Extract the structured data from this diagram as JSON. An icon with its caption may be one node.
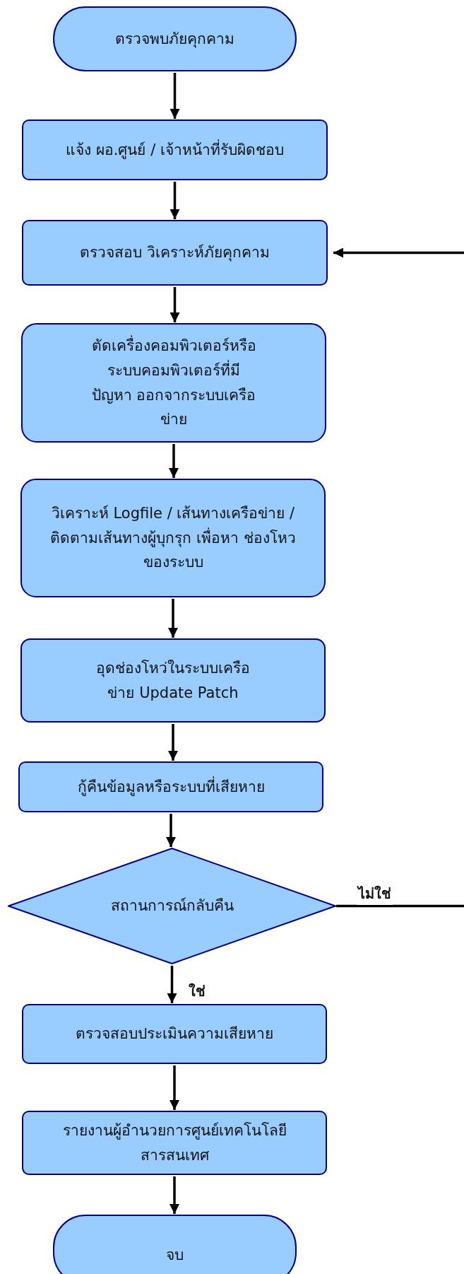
{
  "diagram": {
    "nodes": [
      {
        "text": [
          "ตรวจพบภัยคุกคาม"
        ]
      },
      {
        "text": [
          "แจ้ง ผอ.ศูนย์ / เจ้าหน้าที่รับผิดชอบ"
        ]
      },
      {
        "text": [
          "ตรวจสอบ วิเคราะห์ภัยคุกคาม"
        ]
      },
      {
        "text": [
          "ตัดเครื่องคอมพิวเตอร์หรือ ระบบคอมพิวเตอร์ที่มีปัญหา ออกจากระบบเครือข่าย"
        ]
      },
      {
        "text": [
          "วิเคราะห์ Logfile / เส้นทางเครือข่าย / ติดตามเส้นทางผู้บุกรุก เพื่อหา ช่องโหว ของระบบ"
        ]
      },
      {
        "text": [
          "อุดช่องโหว่ในระบบเครือข่าย Update Patch"
        ]
      },
      {
        "text": [
          "กู้คืนข้อมูลหรือระบบที่เสียหาย"
        ]
      },
      {
        "text": [
          "สถานการณ์กลับคืน"
        ]
      },
      {
        "text": [
          "ตรวจสอบประเมินความเสียหาย"
        ]
      },
      {
        "text": [
          "รายงานผู้อำนวยการศูนย์เทคโนโลยีสารสนเทศ"
        ]
      },
      {
        "text": [
          "จบ"
        ]
      }
    ],
    "edges": [
      {
        "from": 0,
        "to": 1,
        "arrow": "to"
      },
      {
        "from": 1,
        "to": 2,
        "arrow": "to"
      },
      {
        "from": 2,
        "to": 3,
        "arrow": "to"
      },
      {
        "from": 3,
        "to": 4,
        "arrow": "to"
      },
      {
        "from": 4,
        "to": 5,
        "arrow": "to"
      },
      {
        "from": 5,
        "to": 6,
        "arrow": "to"
      },
      {
        "from": 6,
        "to": 7,
        "arrow": "to"
      },
      {
        "from": 7,
        "to": 8,
        "arrow": "to",
        "label": "ใช่"
      },
      {
        "from": 7,
        "to": 2,
        "arrow": "to",
        "label": "ไม่ใช่"
      },
      {
        "from": 8,
        "to": 9,
        "arrow": "to"
      },
      {
        "from": 9,
        "to": 10,
        "arrow": "to"
      }
    ]
  }
}
